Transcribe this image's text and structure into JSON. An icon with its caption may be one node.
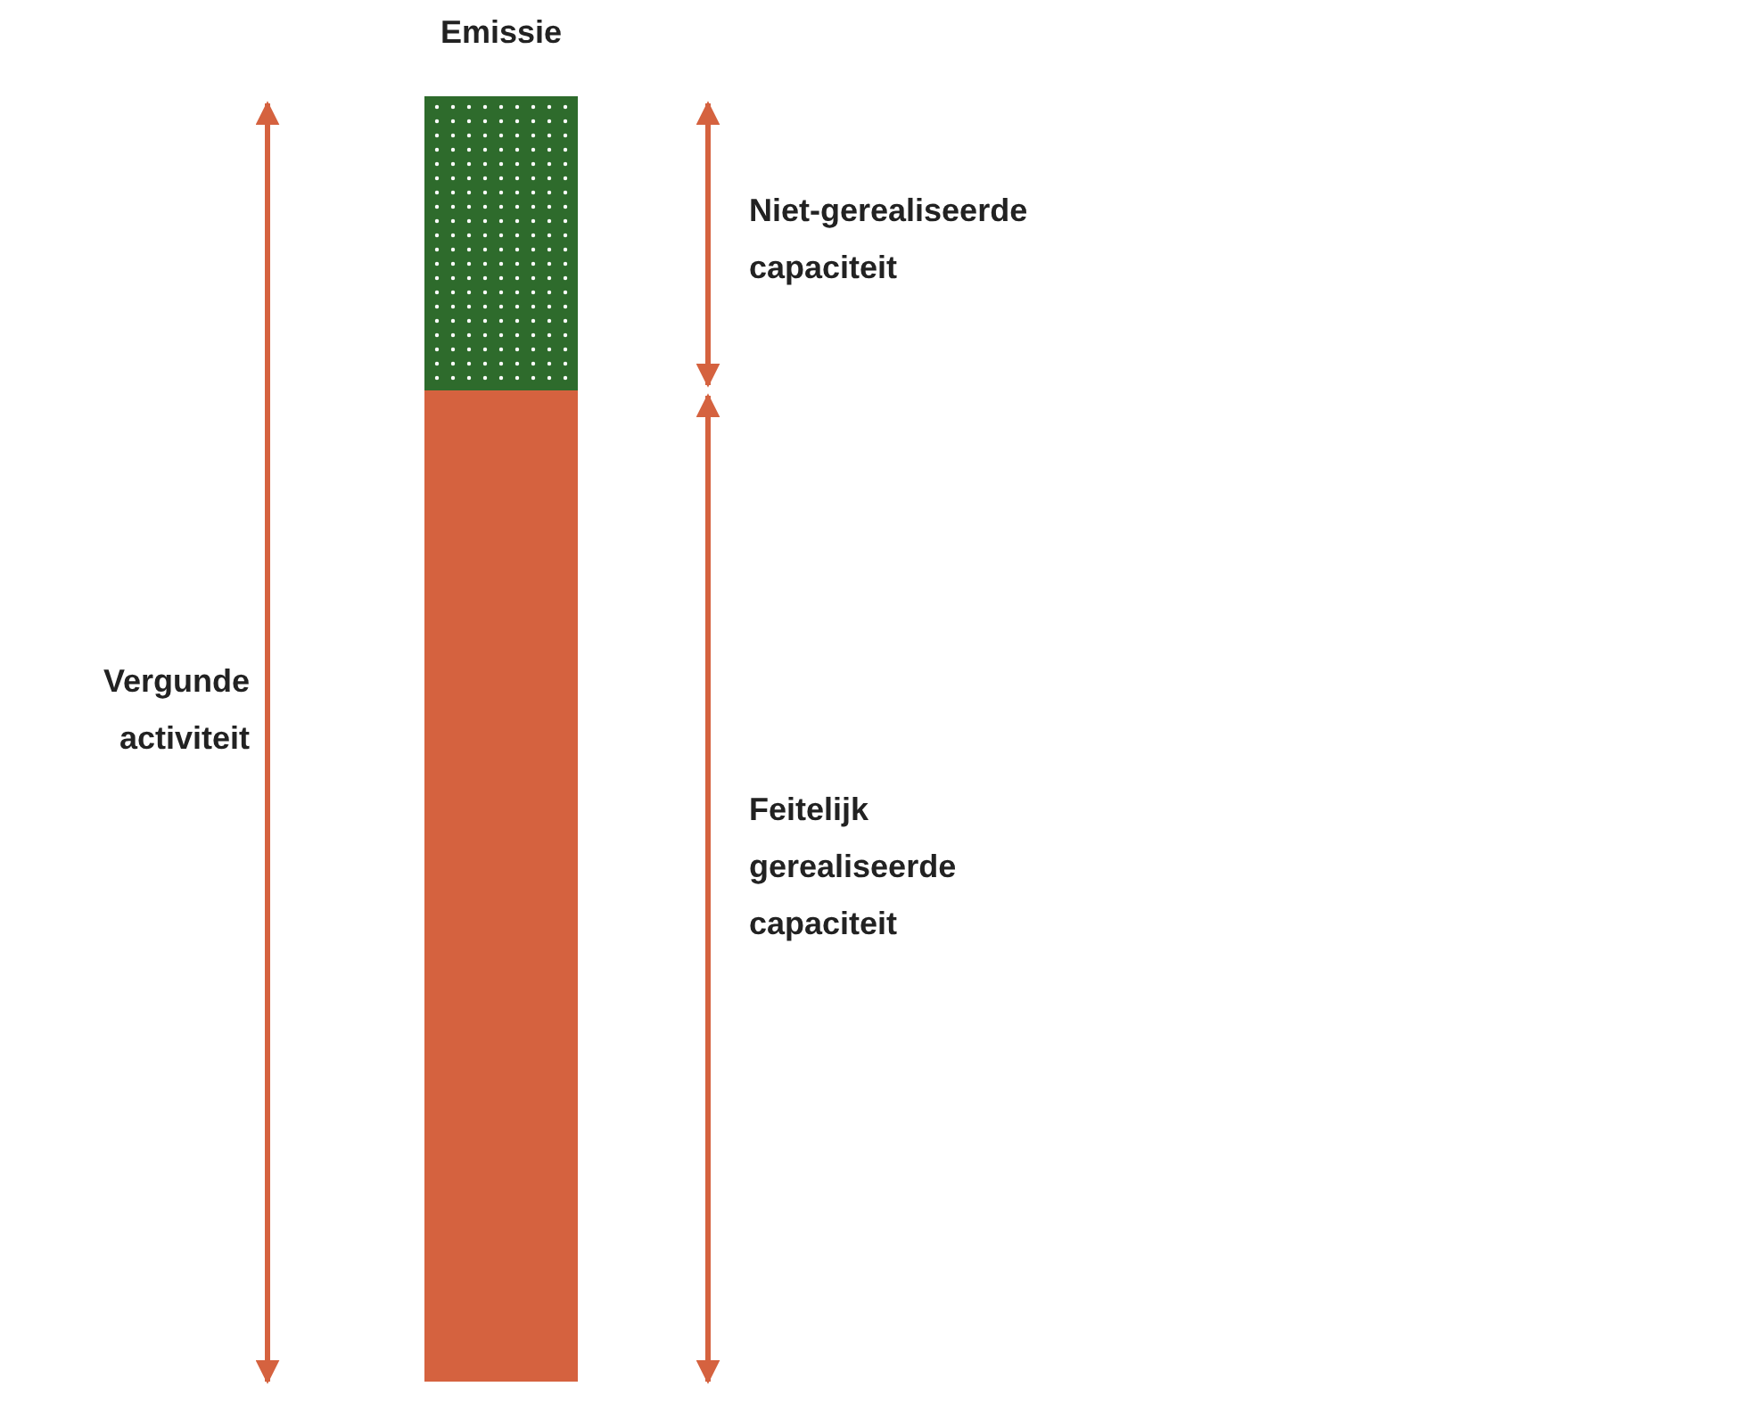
{
  "diagram": {
    "labels": [
      "Emissie",
      "Vergunde activiteit",
      "Niet-gerealiseerde capaciteit",
      "Feitelijk gerealiseerde capaciteit"
    ]
  }
}
